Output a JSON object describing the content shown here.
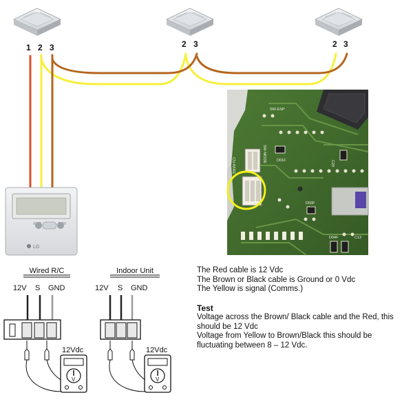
{
  "terminals": {
    "unit1": [
      "1",
      "2",
      "3"
    ],
    "unit2": [
      "2",
      "3"
    ],
    "unit3": [
      "2",
      "3"
    ]
  },
  "remote_controller": {
    "brand": "LG"
  },
  "pcb": {
    "labels": [
      "SW-ESP",
      "CN-WIRE",
      "SW-MODE",
      "D01F",
      "C20",
      "D03F",
      "D04F",
      "C13"
    ]
  },
  "wiring_diagrams": [
    {
      "title": "Wired R/C",
      "terminals": [
        "12V",
        "S",
        "GND"
      ],
      "meter_label": "12Vdc",
      "meter_unit": "V"
    },
    {
      "title": "Indoor Unit",
      "terminals": [
        "12V",
        "S",
        "GND"
      ],
      "meter_label": "12Vdc",
      "meter_unit": "V"
    }
  ],
  "notes": {
    "lines": [
      "The Red cable is 12 Vdc",
      "The Brown or Black cable is Ground or 0 Vdc",
      "The Yellow is signal (Comms.)"
    ],
    "test_heading": "Test",
    "test_lines": [
      "Voltage across the Brown/ Black cable and the Red, this should be 12 Vdc",
      "Voltage from Yellow to Brown/Black this should be fluctuating between 8 – 12 Vdc."
    ]
  },
  "colors": {
    "red_cable": "#d9532b",
    "yellow_cable": "#f7ef3a",
    "brown_cable": "#b5651d",
    "pcb_green": "#3f6a2c",
    "highlight_circle": "#f4ee1e"
  }
}
